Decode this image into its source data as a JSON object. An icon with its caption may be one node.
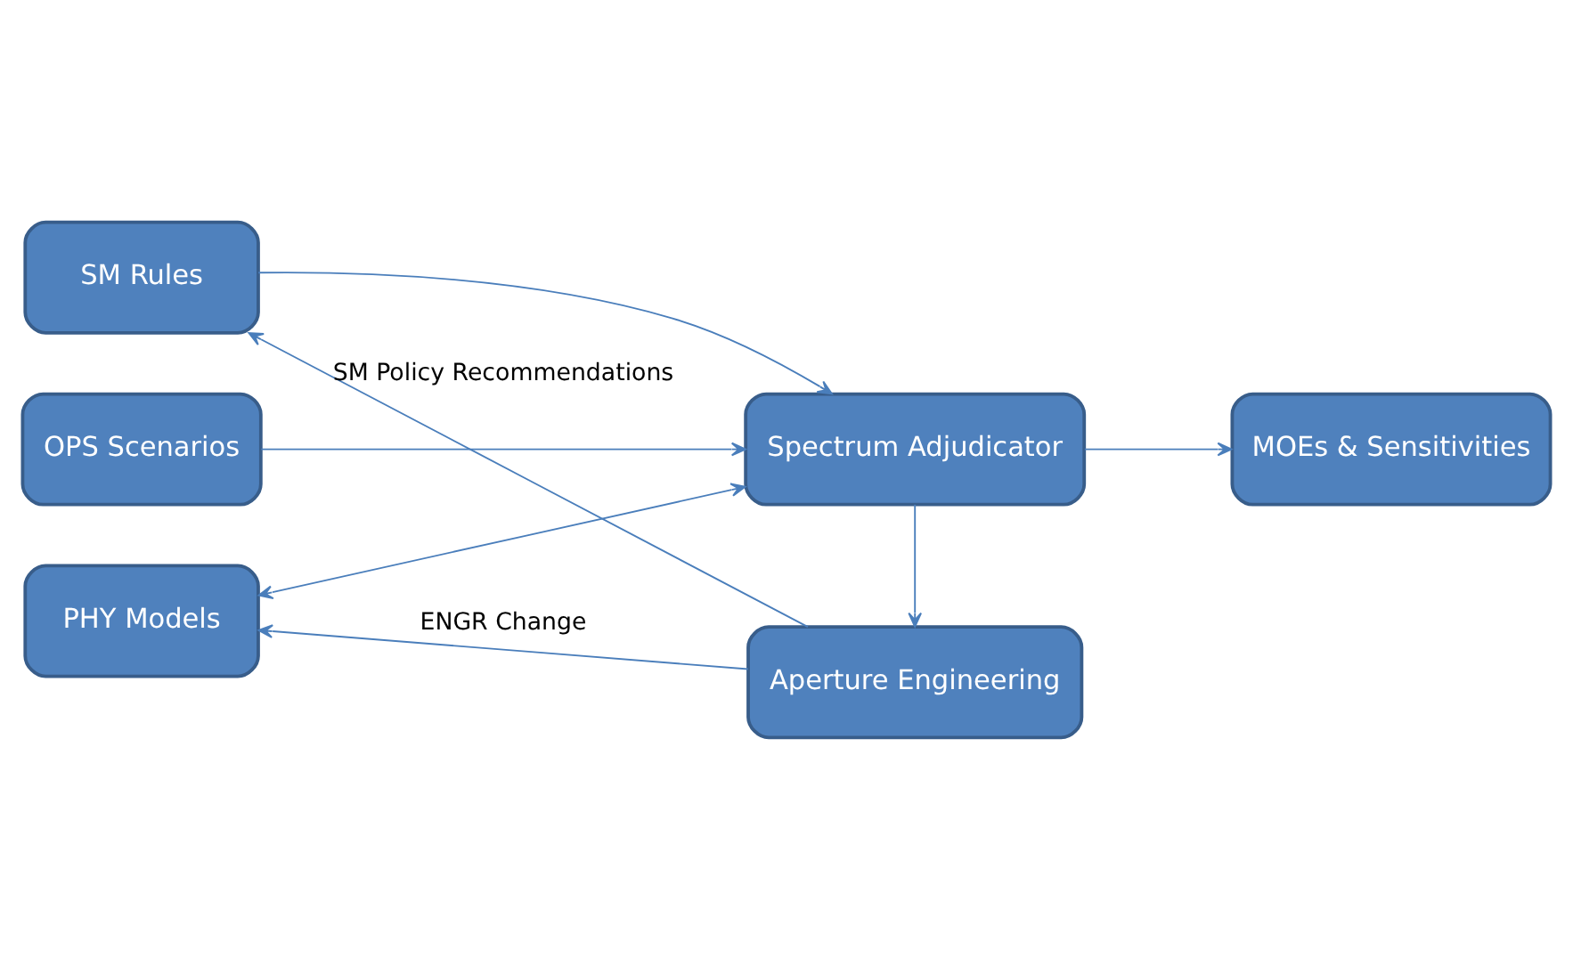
{
  "diagram": {
    "nodes": [
      {
        "text": [
          "SM Rules"
        ]
      },
      {
        "text": [
          "OPS Scenarios"
        ]
      },
      {
        "text": [
          "PHY Models"
        ]
      },
      {
        "text": [
          "Spectrum Adjudicator"
        ]
      },
      {
        "text": [
          "Aperture Engineering"
        ]
      },
      {
        "text": [
          "MOEs & Sensitivities"
        ]
      }
    ],
    "edges": [
      {
        "from": 0,
        "to": 3,
        "arrow": "to"
      },
      {
        "from": 1,
        "to": 3,
        "arrow": "to"
      },
      {
        "from": 2,
        "to": 3,
        "arrow": "both"
      },
      {
        "from": 3,
        "to": 5,
        "arrow": "to"
      },
      {
        "from": 3,
        "to": 4,
        "arrow": "to"
      },
      {
        "from": 4,
        "to": 2,
        "arrow": "to",
        "label": "ENGR Change"
      },
      {
        "from": 4,
        "to": 0,
        "arrow": "to",
        "label": "SM Policy Recommendations"
      }
    ]
  }
}
